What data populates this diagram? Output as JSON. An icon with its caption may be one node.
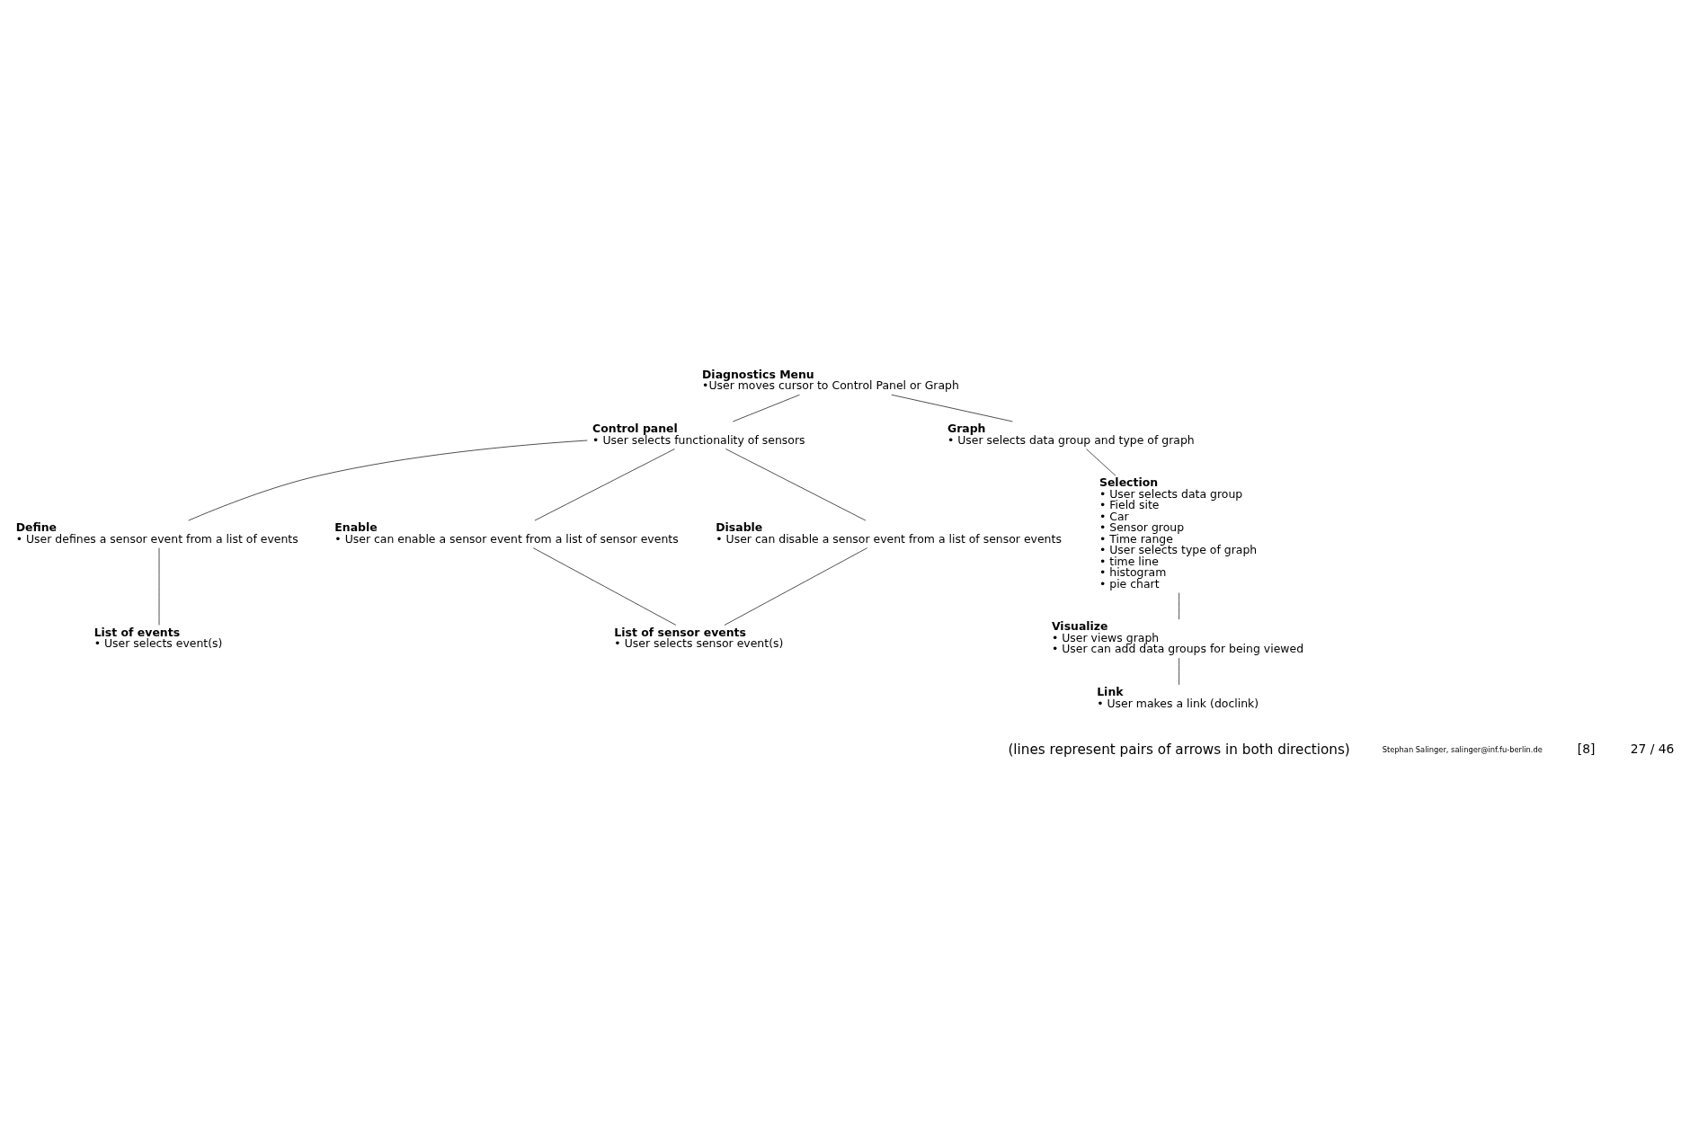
{
  "diagram": {
    "nodes": [
      {
        "text": [
          "Diagnostics Menu",
          "•User moves cursor to Control Panel or Graph"
        ]
      },
      {
        "text": [
          "Control panel",
          "• User selects functionality of sensors"
        ]
      },
      {
        "text": [
          "Graph",
          "• User selects data group and type of graph"
        ]
      },
      {
        "text": [
          "Define",
          "• User defines a sensor event from a list of events"
        ]
      },
      {
        "text": [
          "Enable",
          "• User can enable a sensor event from a list of sensor events"
        ]
      },
      {
        "text": [
          "Disable",
          "• User can disable a sensor event from a list of sensor events"
        ]
      },
      {
        "text": [
          "Selection",
          "• User selects data group",
          "• Field site",
          "• Car",
          "• Sensor group",
          "• Time range",
          "• User selects type of graph",
          "• time line",
          "• histogram",
          "• pie chart"
        ]
      },
      {
        "text": [
          "List of events",
          "• User selects event(s)"
        ]
      },
      {
        "text": [
          "List of sensor events",
          "• User selects sensor event(s)"
        ]
      },
      {
        "text": [
          "Visualize",
          "• User views graph",
          "• User can add data groups for being viewed"
        ]
      },
      {
        "text": [
          "Link",
          "• User makes a link (doclink)"
        ]
      }
    ],
    "edges": [
      {
        "from": 0,
        "to": 1,
        "arrow": "none"
      },
      {
        "from": 0,
        "to": 2,
        "arrow": "none"
      },
      {
        "from": 1,
        "to": 3,
        "arrow": "none"
      },
      {
        "from": 1,
        "to": 4,
        "arrow": "none"
      },
      {
        "from": 1,
        "to": 5,
        "arrow": "none"
      },
      {
        "from": 2,
        "to": 6,
        "arrow": "none"
      },
      {
        "from": 3,
        "to": 7,
        "arrow": "none"
      },
      {
        "from": 4,
        "to": 8,
        "arrow": "none"
      },
      {
        "from": 5,
        "to": 8,
        "arrow": "none"
      },
      {
        "from": 6,
        "to": 9,
        "arrow": "none"
      },
      {
        "from": 9,
        "to": 10,
        "arrow": "none"
      }
    ],
    "labels": [
      "(lines represent pairs of arrows in both directions)",
      "Stephan Salinger, salinger@inf.fu-berlin.de",
      "[8]",
      "27 / 46"
    ]
  }
}
